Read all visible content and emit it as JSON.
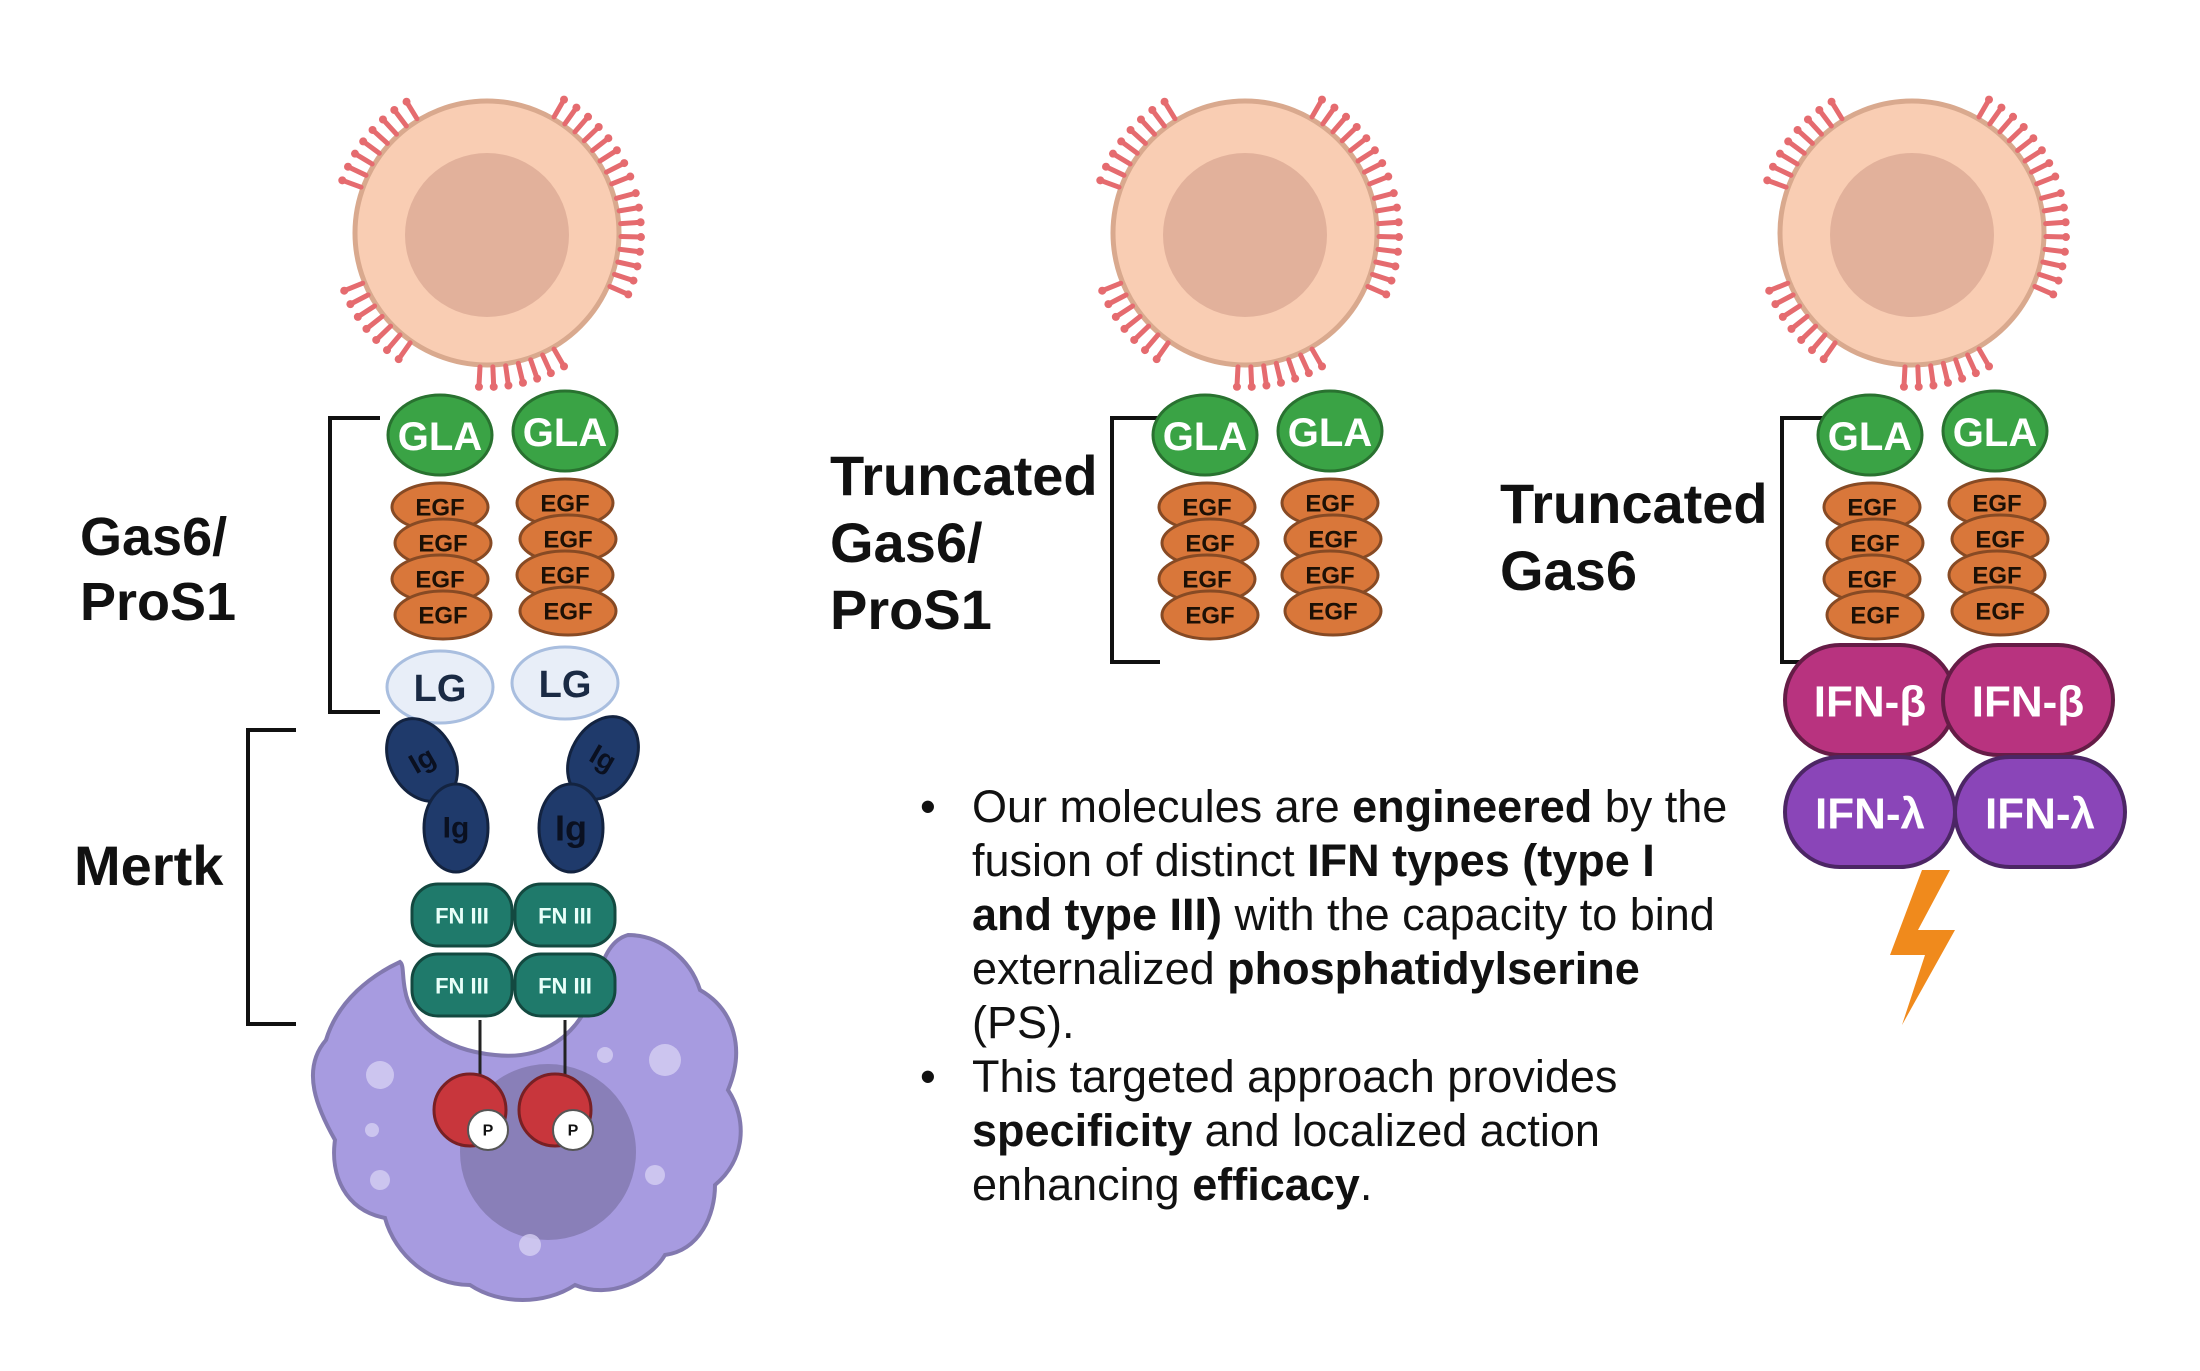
{
  "labels": {
    "gas6_pros1": [
      "Gas6/",
      "ProS1"
    ],
    "mertk": "Mertk",
    "truncated_gas6_pros1": [
      "Truncated",
      "Gas6/",
      "ProS1"
    ],
    "truncated_gas6": [
      "Truncated",
      "Gas6"
    ]
  },
  "domains": {
    "gla": "GLA",
    "egf": "EGF",
    "lg": "LG",
    "ig": "Ig",
    "fn3": "FN III",
    "p": "P",
    "ifn_beta": "IFN-β",
    "ifn_lambda": "IFN-λ"
  },
  "bullets": [
    {
      "parts": [
        {
          "text": "Our molecules are ",
          "bold": false
        },
        {
          "text": "engineered",
          "bold": true
        },
        {
          "text": " by the fusion of distinct ",
          "bold": false
        },
        {
          "text": "IFN types (type I and type III)",
          "bold": true
        },
        {
          "text": " with the capacity to bind externalized ",
          "bold": false
        },
        {
          "text": "phosphatidylserine",
          "bold": true
        },
        {
          "text": " (PS).",
          "bold": false
        }
      ]
    },
    {
      "parts": [
        {
          "text": "This targeted approach provides ",
          "bold": false
        },
        {
          "text": "specificity",
          "bold": true
        },
        {
          "text": " and localized action enhancing ",
          "bold": false
        },
        {
          "text": "efficacy",
          "bold": true
        },
        {
          "text": ".",
          "bold": false
        }
      ]
    }
  ],
  "colors": {
    "cell": "#f9cdb3",
    "cell_outline": "#d9a98e",
    "nucleus": "#e2b19b",
    "ps_lipid": "#e56b6f",
    "gla": "#3aa345",
    "egf": "#d9773a",
    "lg": "#e8eef8",
    "ig": "#1f3a6b",
    "fn3": "#1f7a6b",
    "phospho": "#c8363c",
    "macrophage": "#a79be0",
    "ifn_beta": "#b8337f",
    "ifn_lambda": "#8a45b8",
    "lightning": "#f08a1c"
  }
}
